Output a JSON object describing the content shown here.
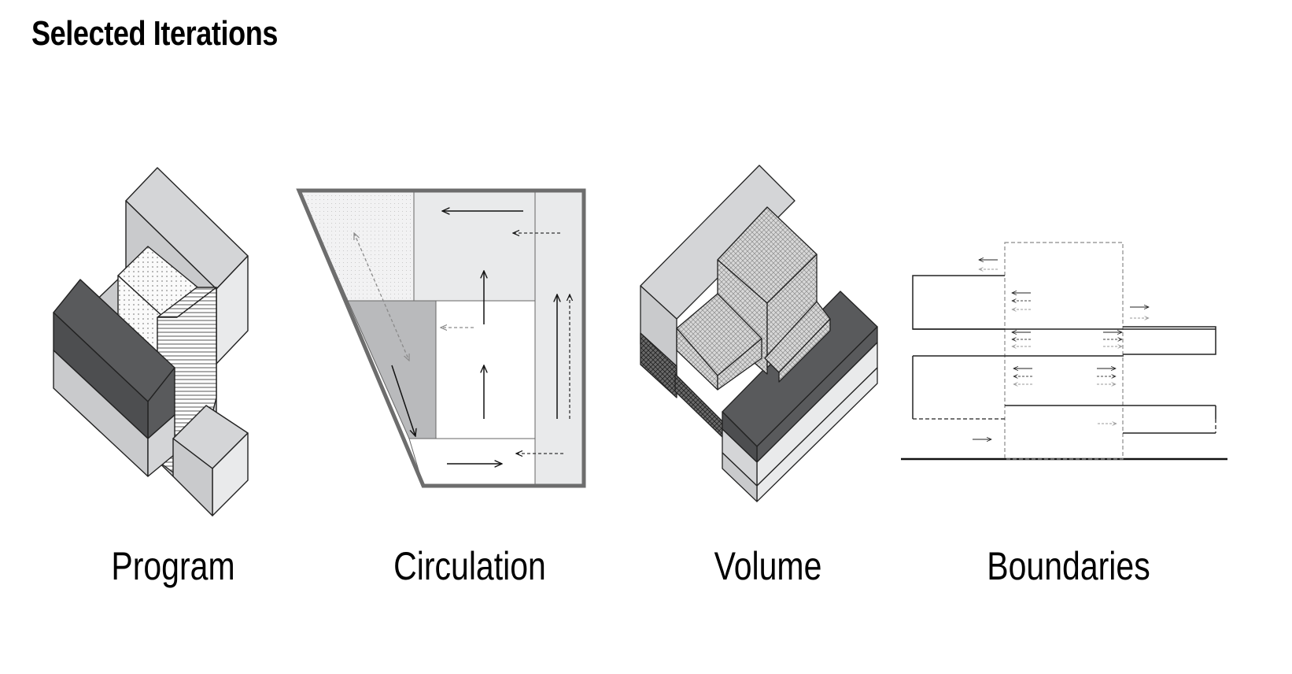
{
  "page": {
    "title": "Selected Iterations"
  },
  "diagrams": [
    {
      "caption": "Program"
    },
    {
      "caption": "Circulation"
    },
    {
      "caption": "Volume"
    },
    {
      "caption": "Boundaries"
    }
  ],
  "colors": {
    "black": "#000000",
    "dark": "#595a5c",
    "mid": "#b9babc",
    "light": "#d4d5d7",
    "pale": "#e9eaeb",
    "dashed": "#8a8a8a",
    "frame": "#6d6d6d"
  }
}
